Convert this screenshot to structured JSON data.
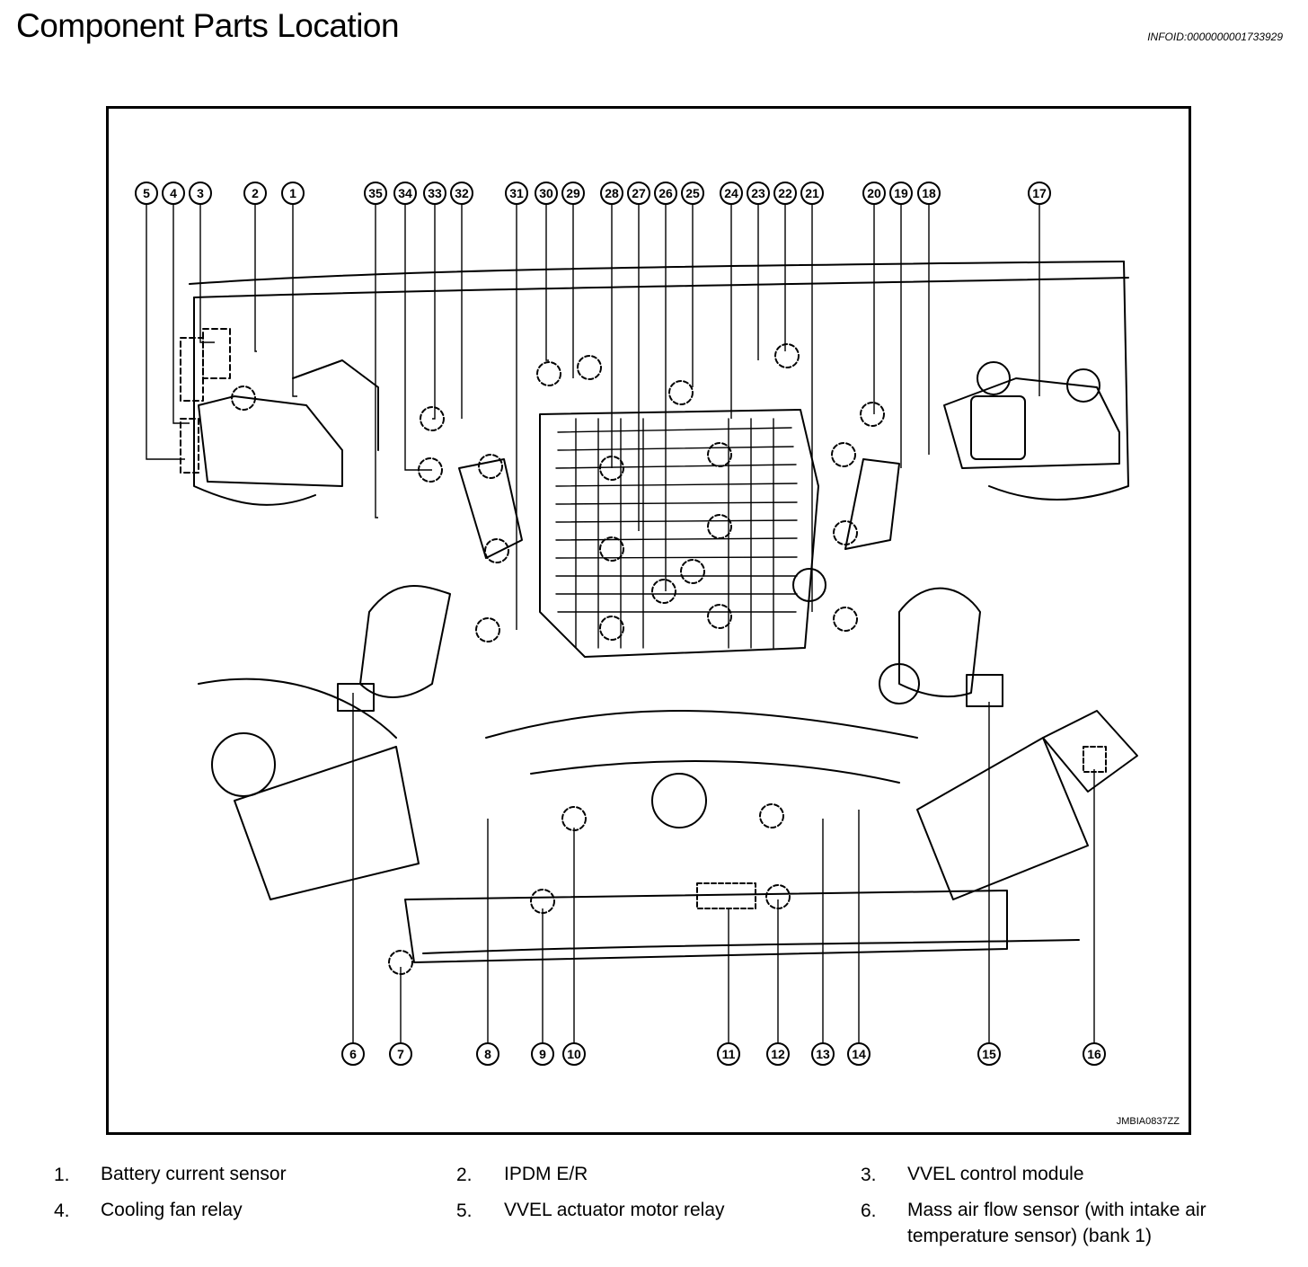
{
  "header": {
    "title": "Component Parts Location",
    "info_id": "INFOID:0000000001733929"
  },
  "figure": {
    "code": "JMBIA0837ZZ",
    "callouts_top": [
      "5",
      "4",
      "3",
      "2",
      "1",
      "35",
      "34",
      "33",
      "32",
      "31",
      "30",
      "29",
      "28",
      "27",
      "26",
      "25",
      "24",
      "23",
      "22",
      "21",
      "20",
      "19",
      "18",
      "17"
    ],
    "callouts_bottom": [
      "6",
      "7",
      "8",
      "9",
      "10",
      "11",
      "12",
      "13",
      "14",
      "15",
      "16"
    ]
  },
  "legend": {
    "items": [
      {
        "num": "1.",
        "text": "Battery current sensor"
      },
      {
        "num": "2.",
        "text": "IPDM E/R"
      },
      {
        "num": "3.",
        "text": "VVEL control module"
      },
      {
        "num": "4.",
        "text": "Cooling fan relay"
      },
      {
        "num": "5.",
        "text": "VVEL actuator motor relay"
      },
      {
        "num": "6.",
        "text": "Mass air flow sensor (with intake air temperature sensor) (bank 1)"
      }
    ]
  }
}
